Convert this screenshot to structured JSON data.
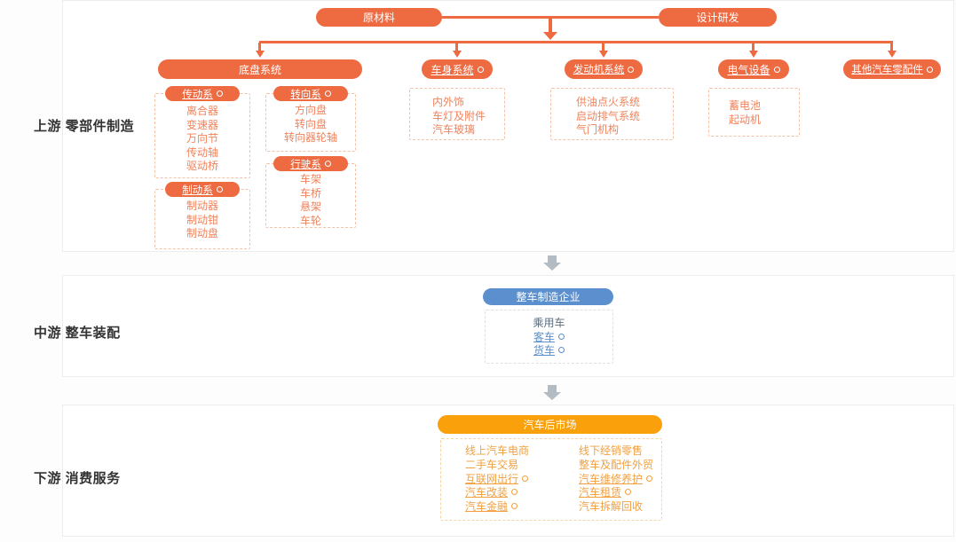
{
  "colors": {
    "accent_orange": "#ee6a41",
    "accent_amber": "#faa00a",
    "accent_blue": "#5b8fce",
    "item_orange": "#f0835c",
    "item_amber": "#f2a040",
    "arrow_gray": "#b3bcc3",
    "label_dark": "#333333"
  },
  "labels": {
    "upstream": "上游 零部件制造",
    "midstream": "中游 整车装配",
    "downstream": "下游 消费服务"
  },
  "upstream": {
    "raw_material": "原材料",
    "rd": "设计研发",
    "categories": [
      {
        "label": "底盘系统"
      },
      {
        "label": "车身系统"
      },
      {
        "label": "发动机系统"
      },
      {
        "label": "电气设备"
      },
      {
        "label": "其他汽车零配件"
      }
    ],
    "chassis_groups": [
      {
        "title": "传动系",
        "items": [
          "离合器",
          "变速器",
          "万向节",
          "传动轴",
          "驱动桥"
        ]
      },
      {
        "title": "转向系",
        "items": [
          "方向盘",
          "转向盘",
          "转向器轮轴"
        ]
      },
      {
        "title": "制动系",
        "items": [
          "制动器",
          "制动钳",
          "制动盘"
        ]
      },
      {
        "title": "行驶系",
        "items": [
          "车架",
          "车桥",
          "悬架",
          "车轮"
        ]
      }
    ],
    "body_items": [
      "内外饰",
      "车灯及附件",
      "汽车玻璃"
    ],
    "engine_items": [
      "供油点火系统",
      "启动排气系统",
      "气门机构"
    ],
    "electric_items": [
      "蓄电池",
      "起动机"
    ]
  },
  "midstream": {
    "pill": "整车制造企业",
    "items": [
      "乘用车",
      "客车",
      "货车"
    ]
  },
  "downstream": {
    "pill": "汽车后市场",
    "left_items": [
      "线上汽车电商",
      "二手车交易",
      "互联网出行",
      "汽车改装",
      "汽车金融"
    ],
    "right_items": [
      "线下经销零售",
      "整车及配件外贸",
      "汽车维修养护",
      "汽车租赁",
      "汽车拆解回收"
    ]
  }
}
